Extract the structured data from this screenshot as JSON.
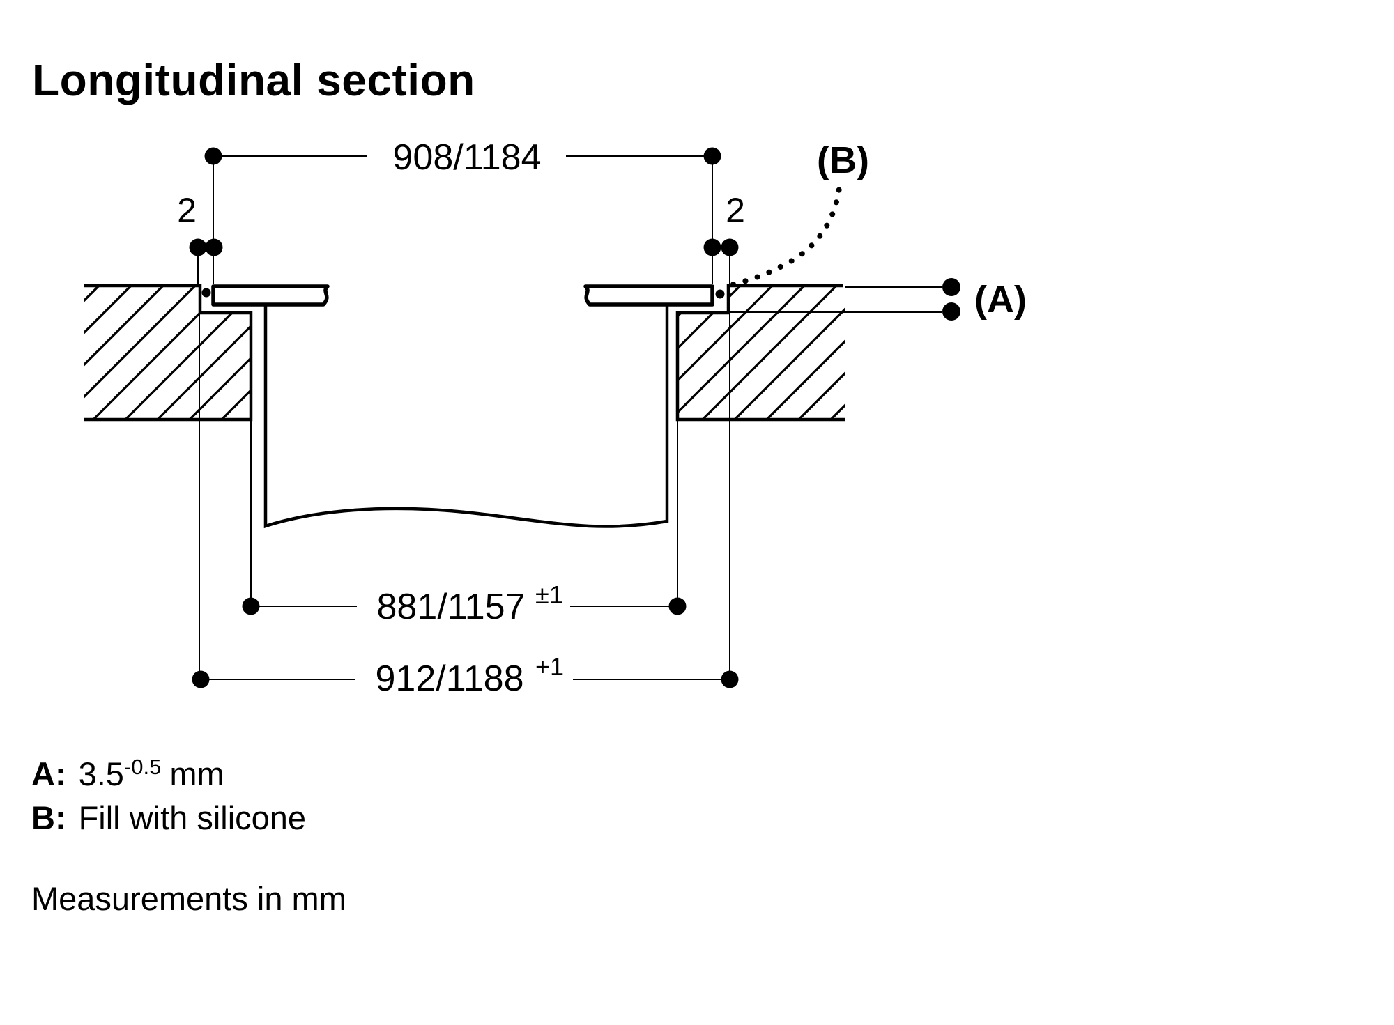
{
  "title": "Longitudinal section",
  "footnote": "Measurements in mm",
  "dims": {
    "top_width": "908/1184",
    "gap_left": "2",
    "gap_right": "2",
    "inner_cutout": "881/1157",
    "inner_cutout_tolerance": "±1",
    "outer_recess": "912/1188",
    "outer_recess_tolerance": "+1"
  },
  "callouts": {
    "a": "(A)",
    "b": "(B)"
  },
  "legend": {
    "a_key": "A:",
    "a_value": "3.5",
    "a_tolerance": "-0.5",
    "a_unit": "mm",
    "b_key": "B:",
    "b_text": "Fill with silicone"
  },
  "colors": {
    "ink": "#000000",
    "background": "#ffffff"
  }
}
